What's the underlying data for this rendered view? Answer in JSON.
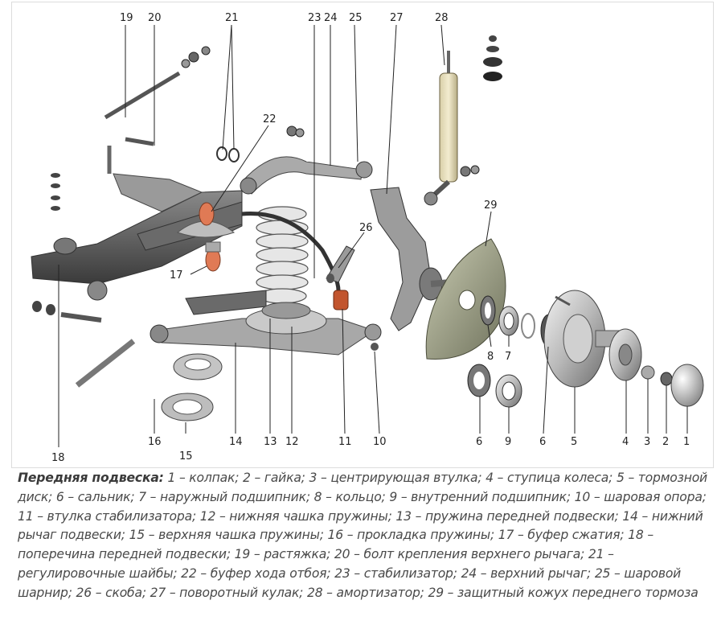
{
  "labels": [
    "1",
    "2",
    "3",
    "4",
    "5",
    "6",
    "7",
    "8",
    "9",
    "10",
    "11",
    "12",
    "13",
    "14",
    "15",
    "16",
    "17",
    "18",
    "19",
    "20",
    "21",
    "22",
    "23",
    "24",
    "25",
    "26",
    "27",
    "28",
    "29"
  ],
  "caption": {
    "title": "Передняя подвеска:",
    "text": " 1 – колпак; 2 – гайка; 3 – центрирующая втулка; 4 – ступица колеса; 5 – тормозной диск; 6 – сальник; 7 – наружный подшипник; 8 – кольцо; 9 – внутренний подшипник; 10 – шаровая опора; 11 – втулка стабилизатора; 12 – нижняя чашка пружины; 13 – пружина передней подвески; 14 – нижний рычаг подвески; 15 – верхняя чашка пружины; 16 – прокладка пружины; 17 – буфер сжатия; 18 – поперечина передней подвески; 19 – растяжка; 20 – болт крепления верхнего рычага; 21 – регулировочные шайбы; 22 – буфер хода отбоя; 23 – стабилизатор; 24 – верхний рычаг; 25 – шаровой шарнир; 26 – скоба; 27 – поворотный кулак; 28 – амортизатор; 29 – защитный кожух переднего тормоза"
  }
}
